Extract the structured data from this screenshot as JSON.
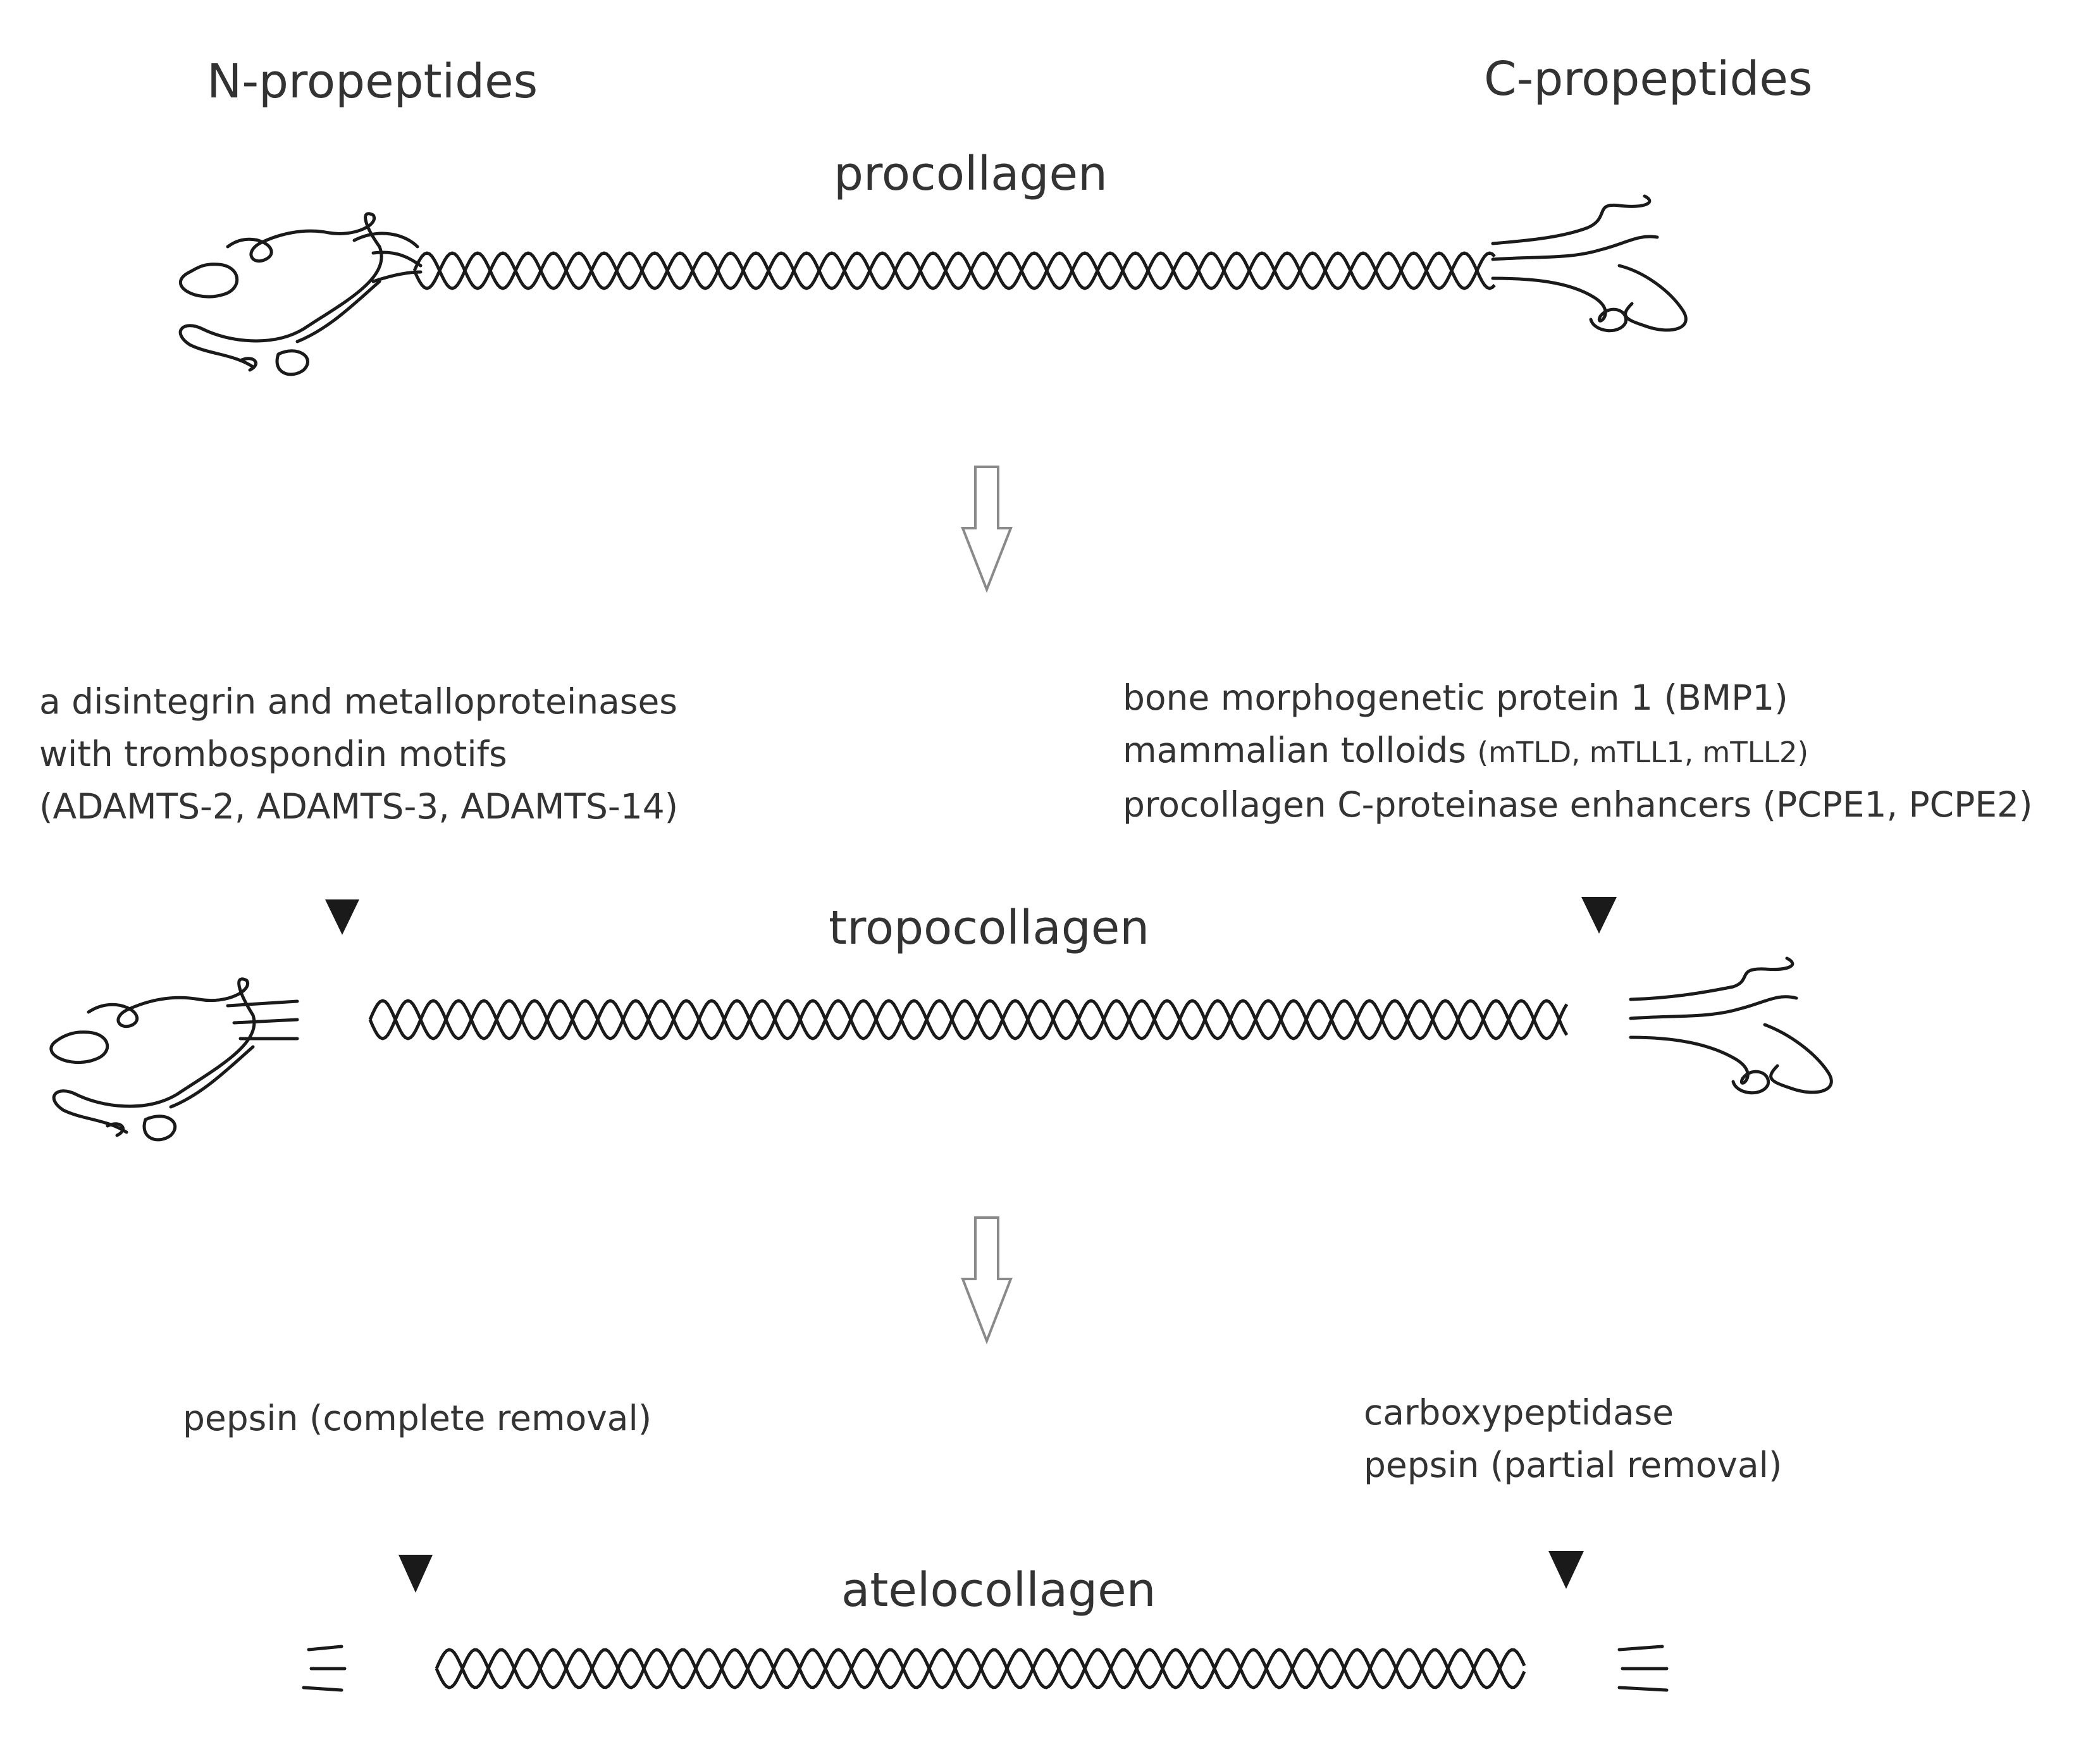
{
  "headers": {
    "n_propeptides": "N-propeptides",
    "c_propeptides": "C-propeptides"
  },
  "stages": {
    "procollagen": "procollagen",
    "tropocollagen": "tropocollagen",
    "atelocollagen": "atelocollagen"
  },
  "enzymes": {
    "n_terminal": {
      "line1": "a disintegrin and metalloproteinases",
      "line2": "with trombospondin motifs",
      "line3": "(ADAMTS-2, ADAMTS-3, ADAMTS-14)"
    },
    "c_terminal": {
      "line1": "bone morphogenetic protein 1 (BMP1)",
      "line2_main": "mammalian tolloids",
      "line2_small": "(mTLD, mTLL1, mTLL2)",
      "line3": "procollagen C-proteinase enhancers (PCPE1, PCPE2)"
    },
    "pepsin_n": "pepsin (complete removal)",
    "c_removal": {
      "line1": "carboxypeptidase",
      "line2": "pepsin (partial removal)"
    }
  }
}
